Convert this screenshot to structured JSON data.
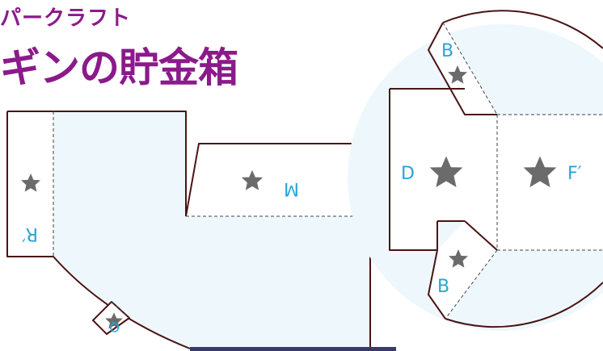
{
  "header": {
    "subtitle": "パークラフト",
    "title": "ギンの貯金箱"
  },
  "labels": {
    "b_top": "B",
    "b_bottom": "B",
    "d": "D",
    "f_prime": "F′",
    "m": "M",
    "r_prime": "R′",
    "q": "Q"
  },
  "colors": {
    "title": "#8b1a8b",
    "label": "#27a5d6",
    "panel_fill": "#eef8fc",
    "cut_line": "#4b1414",
    "star": "#6b6b6b"
  },
  "icons": [
    "star-icon"
  ]
}
